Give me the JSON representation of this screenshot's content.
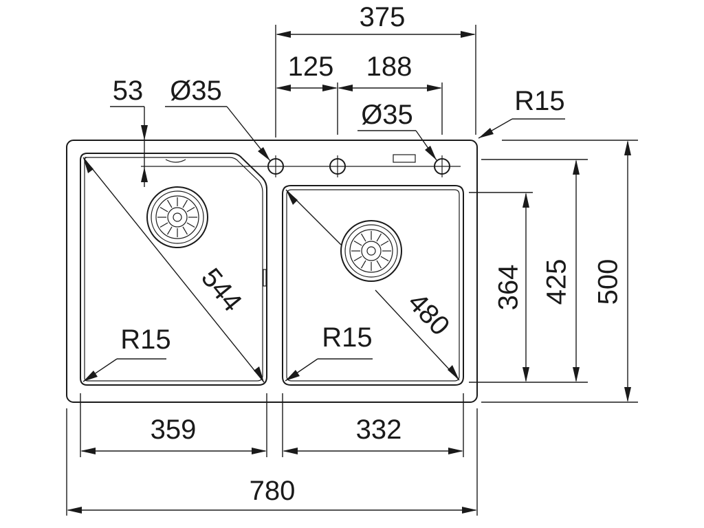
{
  "labels": {
    "w375": "375",
    "w125": "125",
    "w188": "188",
    "w53": "53",
    "d35a": "Ø35",
    "d35b": "Ø35",
    "r15top": "R15",
    "r15left": "R15",
    "r15right": "R15",
    "diag544": "544",
    "diag480": "480",
    "h364": "364",
    "h425": "425",
    "h500": "500",
    "w359": "359",
    "w332": "332",
    "w780": "780"
  }
}
